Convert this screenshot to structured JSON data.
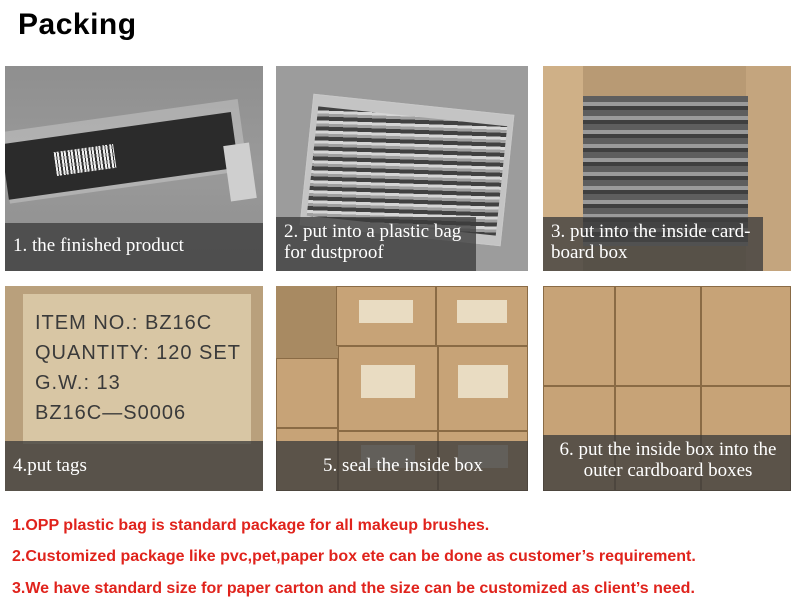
{
  "title": "Packing",
  "steps": [
    {
      "caption": "1. the finished product"
    },
    {
      "caption": "2. put into a plastic bag for dustproof"
    },
    {
      "caption": "3. put into the inside card-board box"
    },
    {
      "caption": "4.put tags"
    },
    {
      "caption": "5. seal the inside box"
    },
    {
      "caption": "6. put the inside box into the outer cardboard boxes"
    }
  ],
  "tag": {
    "line1": "ITEM NO.: BZ16C",
    "line2": "QUANTITY: 120 SET",
    "line3": "G.W.: 13",
    "line4": "BZ16C—S0006"
  },
  "notes": [
    "1.OPP plastic bag is standard package for all makeup brushes.",
    "2.Customized package like pvc,pet,paper box ete can be done as customer’s requirement.",
    "3.We have standard size for paper carton and the size can be customized as client’s need."
  ],
  "colors": {
    "note_text": "#e0231c",
    "caption_bg": "#3c3c3c"
  }
}
